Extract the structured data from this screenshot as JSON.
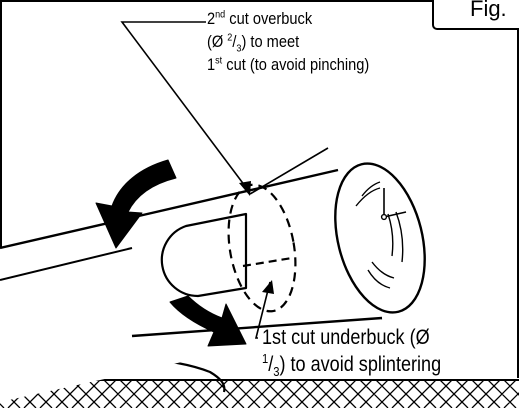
{
  "figure_tag": "Fig.",
  "labels": {
    "top": {
      "l1_a": "2",
      "l1_sup": "nd",
      "l1_b": " cut overbuck",
      "l2_a": "(Ø ",
      "l2_sup": "2",
      "l2_b": "/",
      "l2_sub": "3",
      "l2_c": ") to meet",
      "l3_a": "1",
      "l3_sup": "st",
      "l3_b": " cut (to avoid pinching)"
    },
    "bottom": {
      "l1": "1st cut underbuck (Ø",
      "l2_sup": "1",
      "l2_mid": "/",
      "l2_sub": "3",
      "l2_b": ") to avoid splintering"
    }
  },
  "colors": {
    "ink": "#000000",
    "paper": "#ffffff"
  }
}
